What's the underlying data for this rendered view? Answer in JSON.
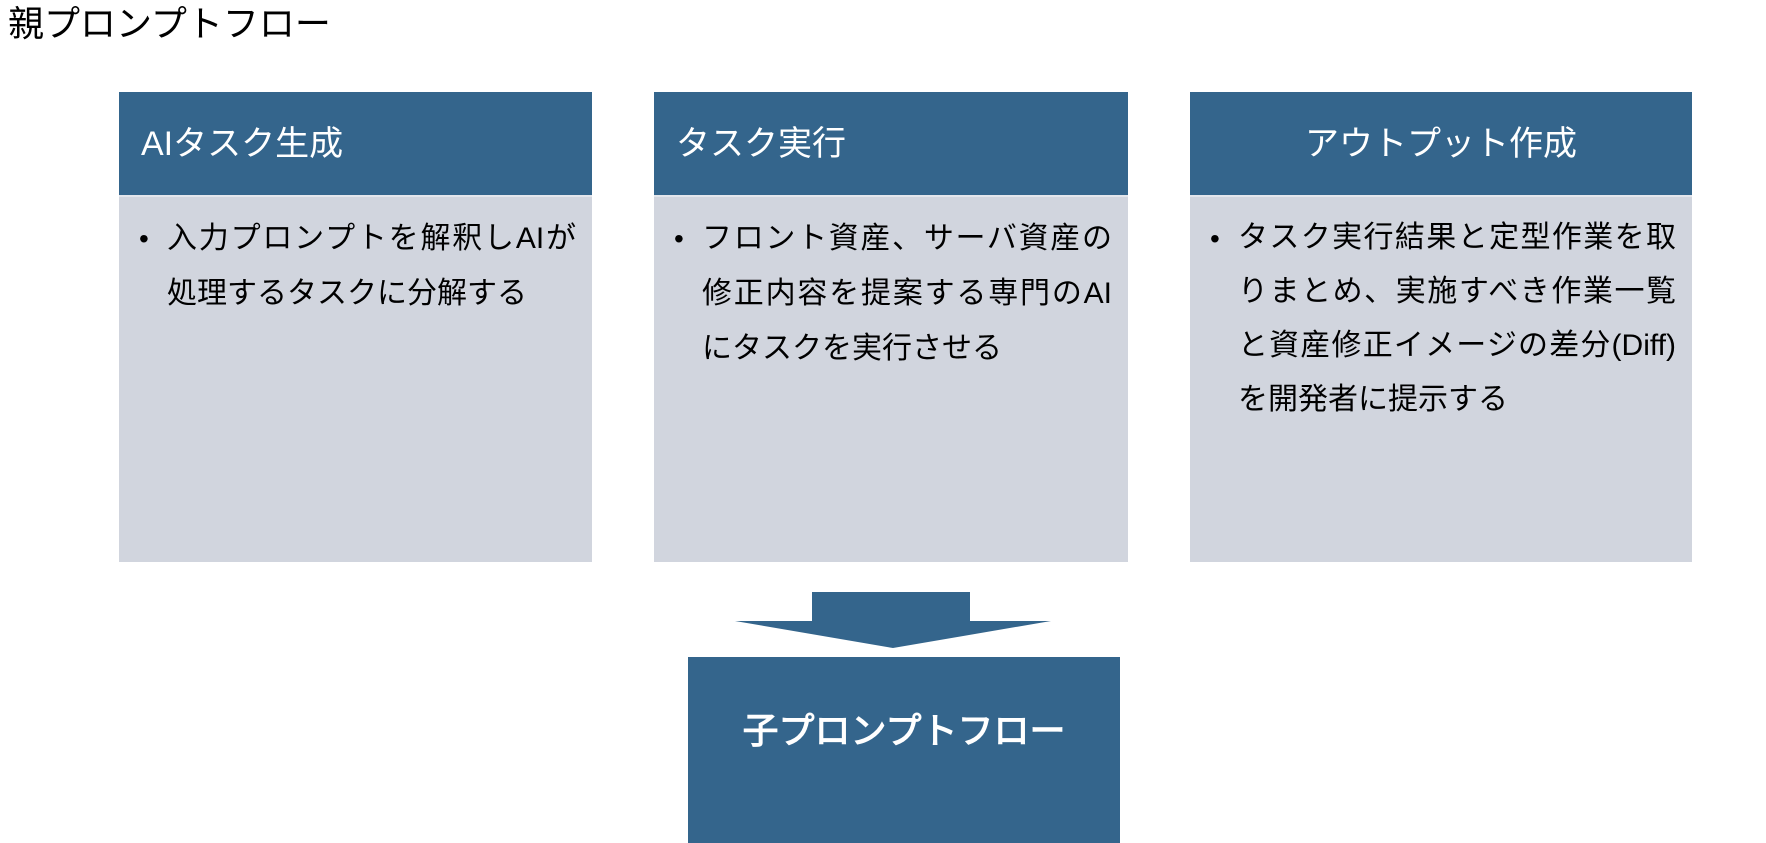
{
  "slide": {
    "title": "親プロンプトフロー",
    "colors": {
      "header_blue": "#34658C",
      "card_body_gray": "#D1D5DE",
      "arrow_blue": "#34658C",
      "text_black": "#000000",
      "text_white": "#FFFFFF",
      "background": "#FFFFFF"
    }
  },
  "cards": [
    {
      "header": "AIタスク生成",
      "bullets": [
        "入力プロンプトを解釈しAIが処理するタスクに分解する"
      ]
    },
    {
      "header": "タスク実行",
      "bullets": [
        "フロント資産、サーバ資産の修正内容を提案する専門のAIにタスクを実行させる"
      ]
    },
    {
      "header": "アウトプット作成",
      "bullets": [
        "タスク実行結果と定型作業を取りまとめ、実施すべき作業一覧と資産修正イメージの差分(Diff)を開発者に提示する"
      ]
    }
  ],
  "flow": {
    "arrow": "down-arrow",
    "target_label": "子プロンプトフロー"
  }
}
